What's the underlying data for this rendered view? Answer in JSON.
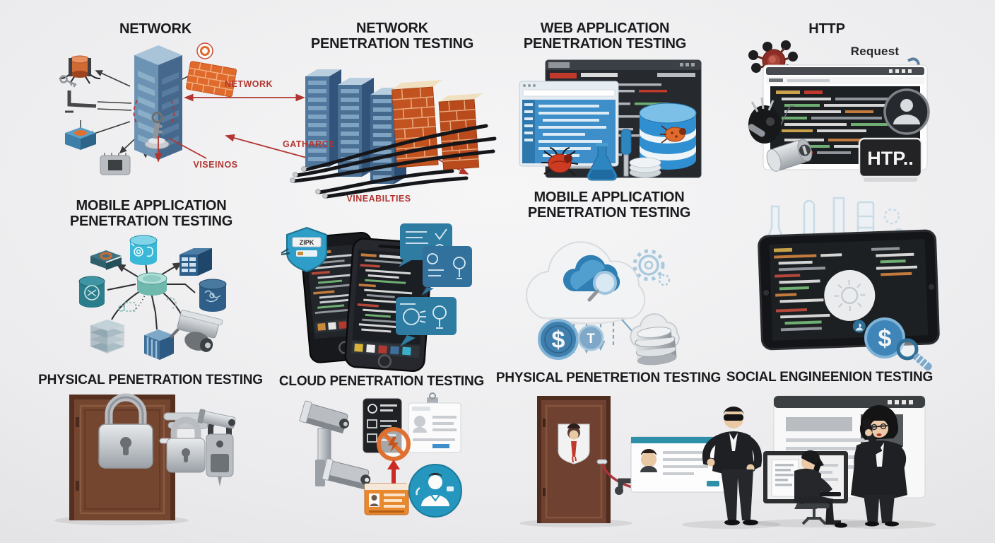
{
  "panels": {
    "network": {
      "title": "NETWORK",
      "label_network": "NETWORK",
      "label_viseinos": "VISEINOS"
    },
    "network_pen": {
      "title_l1": "NETWORK",
      "title_l2": "PENETRATION TESTING",
      "label_gatharce": "GATHARCE",
      "label_vineabilties": "VINEABILTIES"
    },
    "web_app_pen": {
      "title_l1": "WEB APPLICATION",
      "title_l2": "PENETRATION TESTING"
    },
    "http": {
      "title": "HTTP",
      "label_request": "Request",
      "badge_htp": "HTP.."
    },
    "mobile_app_pen": {
      "title_l1": "MOBILE APPLICATION",
      "title_l2": "PENETRATION TESTING"
    },
    "phones": {
      "badge_label": "ZIPK"
    },
    "mobile_cloud_pen": {
      "title_l1": "MOBILE APPLICATION",
      "title_l2": "PENETRATION TESTING",
      "coin_dollar": "$",
      "coin_t": "T"
    },
    "tablet": {
      "coin_dollar": "$"
    },
    "physical_pen_1": {
      "title": "PHYSICAL PENETRATION TESTING"
    },
    "cloud_pen": {
      "title": "CLOUD PENETRATION TESTING"
    },
    "physical_pen_2": {
      "title": "PHYSICAL PENETRETION TESTING"
    },
    "social_eng": {
      "title": "SOCIAL ENGINEENION TESTING"
    }
  },
  "colors": {
    "label_red": "#b23530",
    "title": "#1b1b1d",
    "accent_orange": "#e06a2c",
    "accent_blue": "#3d8ec9",
    "accent_teal": "#3ab0c8",
    "brick": "#c2521f",
    "server_blue": "#50789e"
  }
}
